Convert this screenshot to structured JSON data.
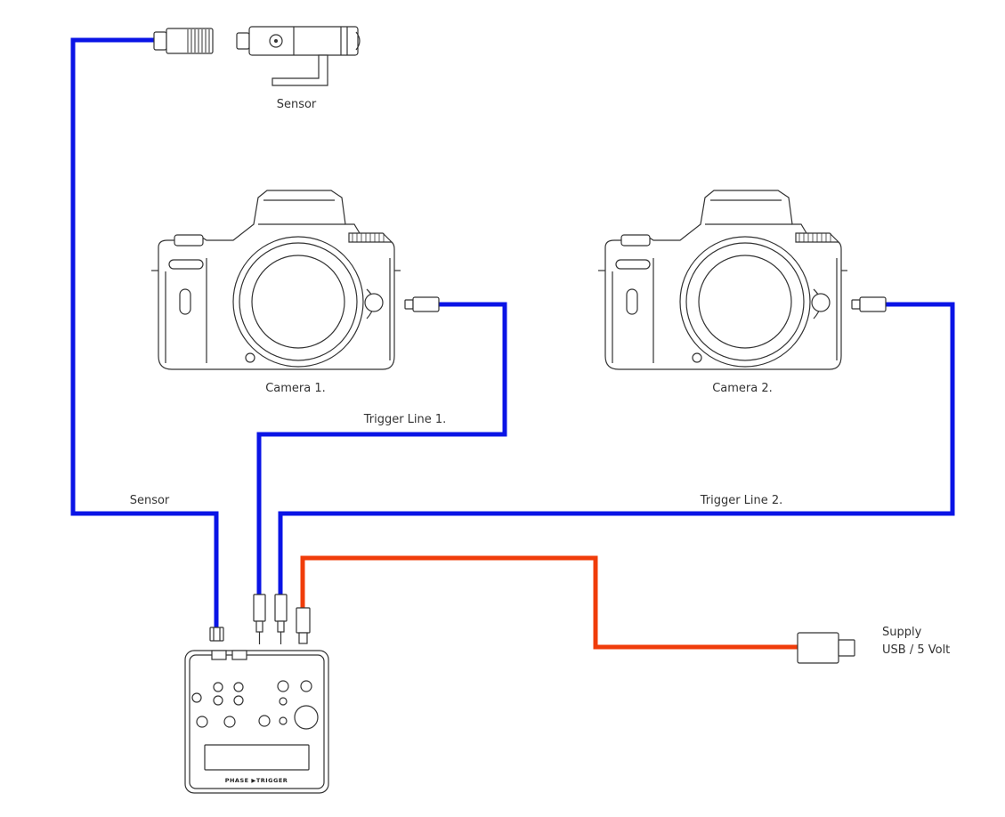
{
  "labels": {
    "sensor_device": "Sensor",
    "camera1": "Camera 1.",
    "camera2": "Camera 2.",
    "trigger_line1": "Trigger Line 1.",
    "trigger_line2": "Trigger Line 2.",
    "sensor_cable": "Sensor",
    "supply_line1": "Supply",
    "supply_line2": "USB / 5 Volt",
    "device_brand": "PHASE ▶TRIGGER"
  },
  "colors": {
    "signal_cable": "#0a14e6",
    "power_cable": "#f03c0a",
    "line_art": "#333333"
  },
  "icons": [
    "sensor-icon",
    "camera-icon",
    "usb-plug-icon",
    "trigger-device-icon"
  ]
}
